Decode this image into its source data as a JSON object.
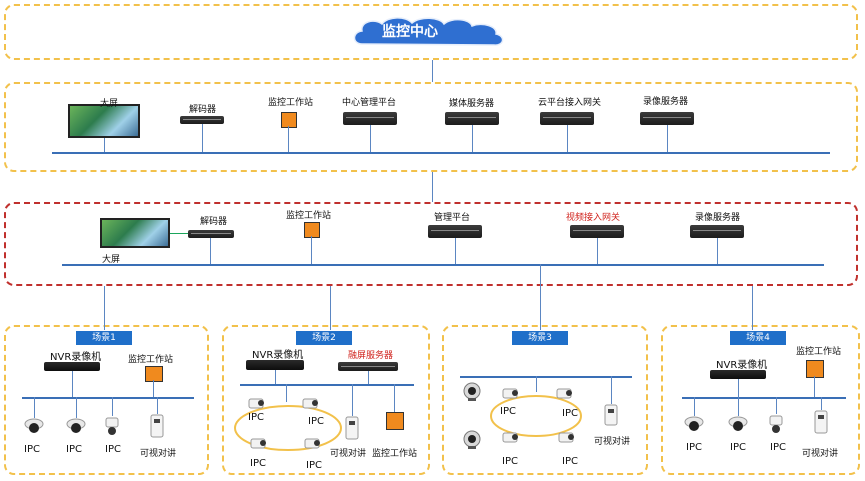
{
  "center": {
    "title": "监控中心"
  },
  "top": {
    "labels": {
      "big_screen": "大屏",
      "decoder": "解码器",
      "workstation": "监控工作站",
      "central_platform": "中心管理平台",
      "media_server": "媒体服务器",
      "cloud_gateway": "云平台接入网关",
      "recording_server": "录像服务器"
    }
  },
  "mid": {
    "labels": {
      "decoder": "解码器",
      "workstation": "监控工作站",
      "platform": "管理平台",
      "video_gateway": "视频接入网关",
      "recording_server": "录像服务器",
      "big_screen": "大屏"
    }
  },
  "scenes": {
    "s1": {
      "tag": "场景1",
      "nvr": "NVR录像机",
      "workstation": "监控工作站",
      "ipc": "IPC",
      "intercom": "可视对讲"
    },
    "s2": {
      "tag": "场景2",
      "nvr": "NVR录像机",
      "fusion": "融屏服务器",
      "ipc": "IPC",
      "intercom": "可视对讲",
      "workstation": "监控工作站"
    },
    "s3": {
      "tag": "场景3",
      "ipc": "IPC",
      "intercom": "可视对讲"
    },
    "s4": {
      "tag": "场景4",
      "nvr": "NVR录像机",
      "workstation": "监控工作站",
      "ipc": "IPC",
      "intercom": "可视对讲"
    }
  },
  "colors": {
    "frame_gold": "#f2c14b",
    "frame_red": "#c0302d",
    "bus": "#3a6fb6",
    "tag": "#1f6fc9",
    "cloud": "#2f6fd1",
    "alert_label": "#d0231d"
  }
}
